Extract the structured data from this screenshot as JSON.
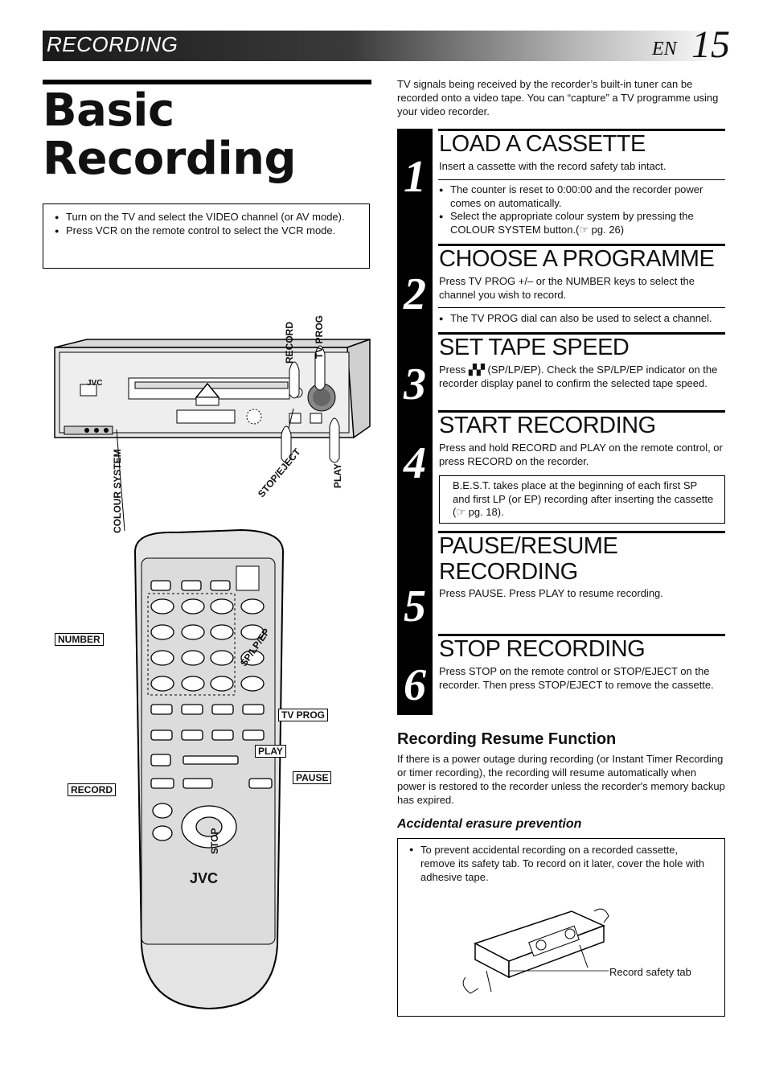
{
  "header": {
    "section": "RECORDING",
    "lang": "EN",
    "page": "15"
  },
  "title_line1": "Basic",
  "title_line2": "Recording",
  "prerequisites": [
    "Turn on the TV and select the VIDEO channel (or AV mode).",
    "Press VCR on the remote control to select the VCR mode."
  ],
  "intro": "TV signals being received by the recorder’s built-in tuner can be recorded onto a video tape. You can “capture” a TV programme using your video recorder.",
  "steps": [
    {
      "num": "1",
      "heading": "LOAD A CASSETTE",
      "text": "Insert a cassette with the record safety tab intact.",
      "notes": [
        "The counter is reset to 0:00:00 and the recorder power comes on automatically.",
        "Select the appropriate colour system by pressing the COLOUR SYSTEM button.(☞ pg. 26)"
      ]
    },
    {
      "num": "2",
      "heading": "CHOOSE A PROGRAMME",
      "text": "Press TV PROG +/– or the NUMBER keys to select the channel you wish to record.",
      "notes": [
        "The TV PROG dial can also be used to select a channel."
      ]
    },
    {
      "num": "3",
      "heading": "SET TAPE SPEED",
      "text": "Press ▞▞ (SP/LP/EP). Check the SP/LP/EP indicator on the recorder display panel to confirm the selected tape speed."
    },
    {
      "num": "4",
      "heading": "START RECORDING",
      "text": "Press and hold RECORD and PLAY on the remote control, or press RECORD on the recorder.",
      "box": "B.E.S.T. takes place at the beginning of each first SP and first LP (or EP) recording after inserting the cassette (☞ pg. 18)."
    },
    {
      "num": "5",
      "heading_line1": "PAUSE/RESUME",
      "heading_line2": "RECORDING",
      "text": "Press PAUSE. Press PLAY to resume recording."
    },
    {
      "num": "6",
      "heading": "STOP RECORDING",
      "text": "Press STOP on the remote control or STOP/EJECT on the recorder. Then press STOP/EJECT to remove the cassette."
    }
  ],
  "resume": {
    "title": "Recording Resume Function",
    "text": "If there is a power outage during recording (or Instant Timer Recording or timer recording), the recording will resume automatically when power is restored to the recorder unless the recorder's memory backup has expired."
  },
  "erasure": {
    "title": "Accidental erasure prevention",
    "text": "To prevent accidental recording on a recorded cassette, remove its safety tab. To record on it later, cover the hole with adhesive tape.",
    "callout": "Record safety tab"
  },
  "vcr_labels": {
    "record": "RECORD",
    "tv_prog": "TV PROG",
    "colour_system": "COLOUR SYSTEM",
    "stop_eject": "STOP/EJECT",
    "play": "PLAY",
    "brand": "JVC"
  },
  "remote_labels": {
    "number": "NUMBER",
    "sp_lp_ep": "SP/LP/EP",
    "tv_prog": "TV PROG",
    "play": "PLAY",
    "record": "RECORD",
    "pause": "PAUSE",
    "stop": "STOP",
    "brand": "JVC"
  }
}
